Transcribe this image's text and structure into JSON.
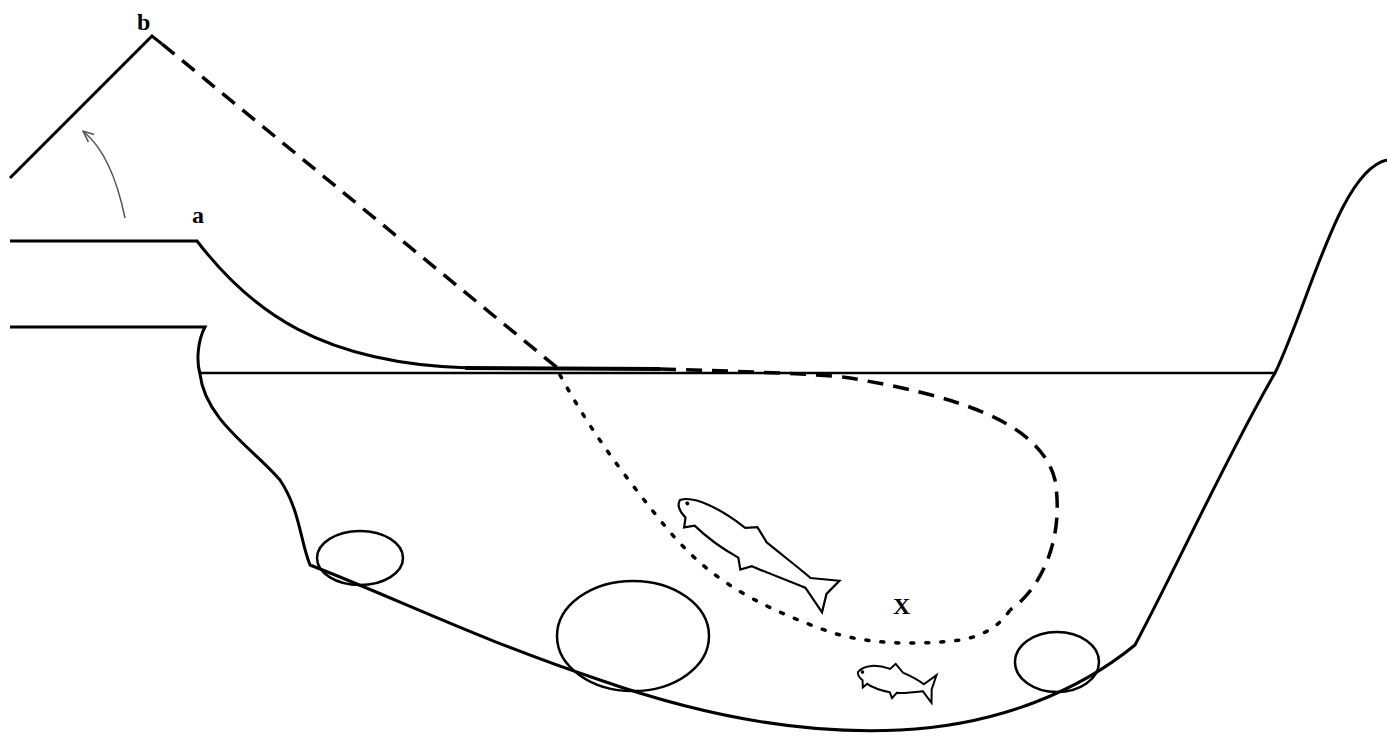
{
  "diagram": {
    "labels": [
      "b",
      "a",
      "X"
    ]
  }
}
